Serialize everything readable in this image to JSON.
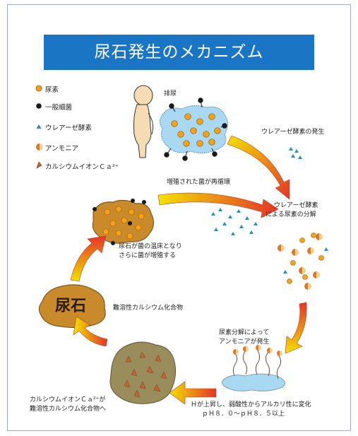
{
  "title": "尿石発生のメカニズム",
  "legend": [
    {
      "icon": "urea-dot",
      "label": "尿素"
    },
    {
      "icon": "bacteria-dot",
      "label": "一般細菌"
    },
    {
      "icon": "urease-triangle",
      "label": "ウレアーゼ酵素"
    },
    {
      "icon": "ammonia-wedge",
      "label": "アンモニア"
    },
    {
      "icon": "calcium-wedge",
      "label": "カルシウムイオンＣａ²⁺"
    }
  ],
  "steps": {
    "urination": "排尿",
    "urease_generation": "ウレアーゼ酵素の発生",
    "urea_decomposition_1": "ウレアーゼ酵素",
    "urea_decomposition_2": "による尿素の分解",
    "ammonia_1": "尿素分解によって",
    "ammonia_2": "アンモニアが発生",
    "ph_1": "Ｈが上昇し、弱酸性からアルカリ性に変化",
    "ph_2": "ｐＨ８．０～ｐＨ８．５以上",
    "calcium_1": "カルシウムイオンＣａ²⁺が",
    "calcium_2": "難溶性カルシウム化合物へ",
    "compound": "難溶性カルシウム化合物",
    "stone_label": "尿石",
    "breeding_1": "尿石が菌の温床となり",
    "breeding_2": "さらに菌が増殖する",
    "recirculate": "増殖された菌が再循環"
  },
  "colors": {
    "title_bg": "#1a75c4",
    "urea": "#f4a21a",
    "bacteria": "#1a1a1a",
    "urease": "#2a8fb0",
    "water": "#a9d8f2",
    "stone": "#c98a2b",
    "compound": "#9a8d5c",
    "arrow_start": "#f2e200",
    "arrow_end": "#e4342a"
  }
}
